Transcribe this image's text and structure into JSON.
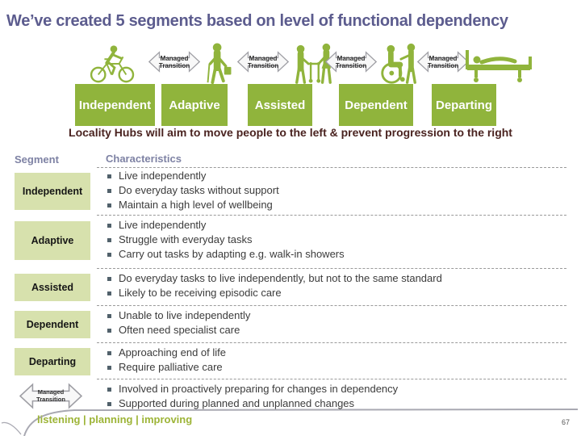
{
  "slide": {
    "title": "We’ve created 5 segments based on level of functional dependency",
    "subtitle": "Locality Hubs will aim to move people to the left & prevent progression to the right",
    "footer_tagline": "listening | planning | improving",
    "page_number": "67"
  },
  "transition_arrow": {
    "line1": "Managed",
    "line2": "Transition"
  },
  "segments": [
    "Independent",
    "Adaptive",
    "Assisted",
    "Dependent",
    "Departing"
  ],
  "icons": [
    "bicycle-rider-icon",
    "person-with-cane-icon",
    "couple-with-walker-icon",
    "wheelchair-user-with-carer-icon",
    "hospital-bed-icon"
  ],
  "table": {
    "segment_header": "Segment",
    "characteristics_header": "Characteristics",
    "rows": [
      {
        "label": "Independent",
        "bullets": [
          "Live independently",
          "Do everyday tasks without support",
          "Maintain a high level of wellbeing"
        ]
      },
      {
        "label": "Adaptive",
        "bullets": [
          "Live independently",
          "Struggle with everyday tasks",
          "Carry out tasks by adapting e.g. walk-in showers"
        ]
      },
      {
        "label": "Assisted",
        "bullets": [
          "Do everyday tasks to live independently, but not to the same standard",
          "Likely to be receiving episodic care"
        ]
      },
      {
        "label": "Dependent",
        "bullets": [
          "Unable to live independently",
          "Often need specialist care"
        ]
      },
      {
        "label": "Departing",
        "bullets": [
          "Approaching end of life",
          "Require palliative care"
        ]
      },
      {
        "bullets": [
          "Involved in proactively preparing for changes in dependency",
          "Supported during planned and unplanned changes"
        ]
      }
    ]
  },
  "colors": {
    "accent_green": "#90B43C",
    "light_green": "#D7E1AD",
    "title_blue": "#5C5C8E",
    "subtitle_maroon": "#4A2320",
    "footer_green": "#9DB437"
  }
}
